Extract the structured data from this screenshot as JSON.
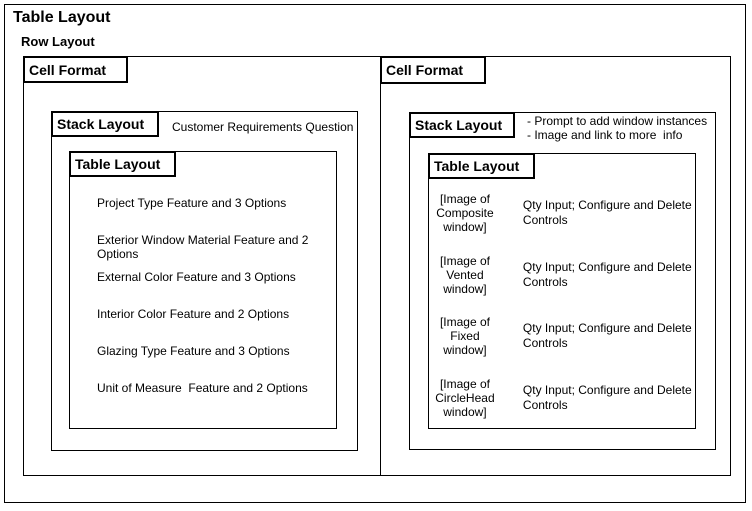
{
  "title": "Table Layout",
  "row_label": "Row Layout",
  "colors": {
    "line": "#000000",
    "background": "#ffffff",
    "text": "#000000"
  },
  "cells": [
    {
      "tab": "Cell Format",
      "stack": {
        "tab": "Stack Layout",
        "caption": "Customer Requirements Question",
        "table": {
          "tab": "Table Layout",
          "items": [
            "Project Type Feature and 3 Options",
            "Exterior Window Material Feature and 2 Options",
            "External Color Feature and 3 Options",
            "Interior Color Feature and 2 Options",
            "Glazing Type Feature and 3 Options",
            "Unit of Measure  Feature and 2 Options"
          ]
        }
      }
    },
    {
      "tab": "Cell Format",
      "stack": {
        "tab": "Stack Layout",
        "caption_lines": [
          "- Prompt to add window instances",
          "- Image and link to more  info"
        ],
        "table": {
          "tab": "Table Layout",
          "rows": [
            {
              "image_lines": [
                "[Image of",
                "Composite",
                "window]"
              ],
              "controls_lines": [
                "Qty Input; Configure and Delete",
                "Controls"
              ]
            },
            {
              "image_lines": [
                "[Image of",
                "Vented",
                "window]"
              ],
              "controls_lines": [
                "Qty Input; Configure and Delete",
                "Controls"
              ]
            },
            {
              "image_lines": [
                "[Image of",
                "Fixed",
                "window]"
              ],
              "controls_lines": [
                "Qty Input; Configure and Delete",
                "Controls"
              ]
            },
            {
              "image_lines": [
                "[Image of",
                "CircleHead",
                "window]"
              ],
              "controls_lines": [
                "Qty Input; Configure and Delete",
                "Controls"
              ]
            }
          ]
        }
      }
    }
  ]
}
